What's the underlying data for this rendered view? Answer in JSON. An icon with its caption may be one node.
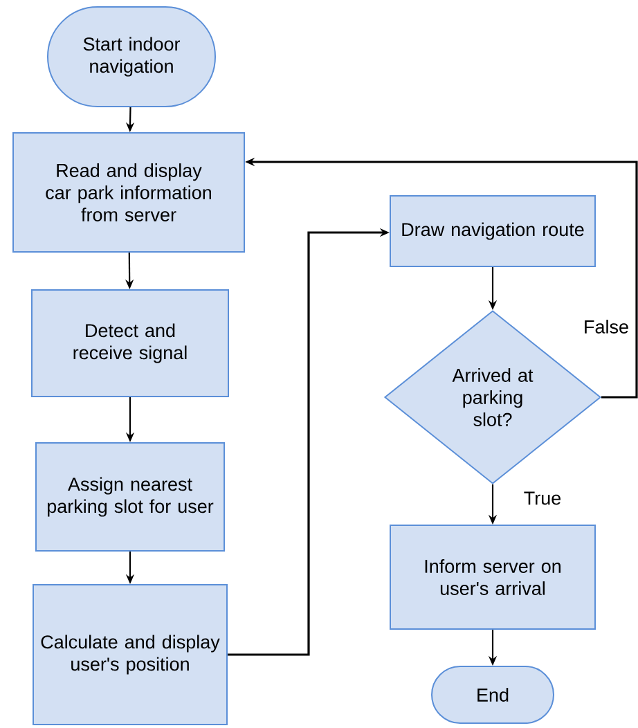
{
  "diagram": {
    "nodes": [
      {
        "text": [
          "Start indoor navigation"
        ]
      },
      {
        "text": [
          "Read and display car park information from server"
        ]
      },
      {
        "text": [
          "Detect and receive signal"
        ]
      },
      {
        "text": [
          "Assign nearest parking slot for user"
        ]
      },
      {
        "text": [
          "Calculate and display user's position"
        ]
      },
      {
        "text": [
          "Draw navigation route"
        ]
      },
      {
        "text": [
          "Arrived at parking slot?"
        ]
      },
      {
        "text": [
          "Inform server on user's arrival"
        ]
      },
      {
        "text": [
          "End"
        ]
      }
    ],
    "edges": [
      {
        "from": 0,
        "to": 1,
        "arrow": "to"
      },
      {
        "from": 1,
        "to": 2,
        "arrow": "to"
      },
      {
        "from": 2,
        "to": 3,
        "arrow": "to"
      },
      {
        "from": 3,
        "to": 4,
        "arrow": "to"
      },
      {
        "from": 4,
        "to": 5,
        "arrow": "to"
      },
      {
        "from": 5,
        "to": 6,
        "arrow": "to"
      },
      {
        "from": 6,
        "to": 1,
        "arrow": "to",
        "label": "False"
      },
      {
        "from": 6,
        "to": 7,
        "arrow": "to",
        "label": "True"
      },
      {
        "from": 7,
        "to": 8,
        "arrow": "to"
      }
    ]
  }
}
